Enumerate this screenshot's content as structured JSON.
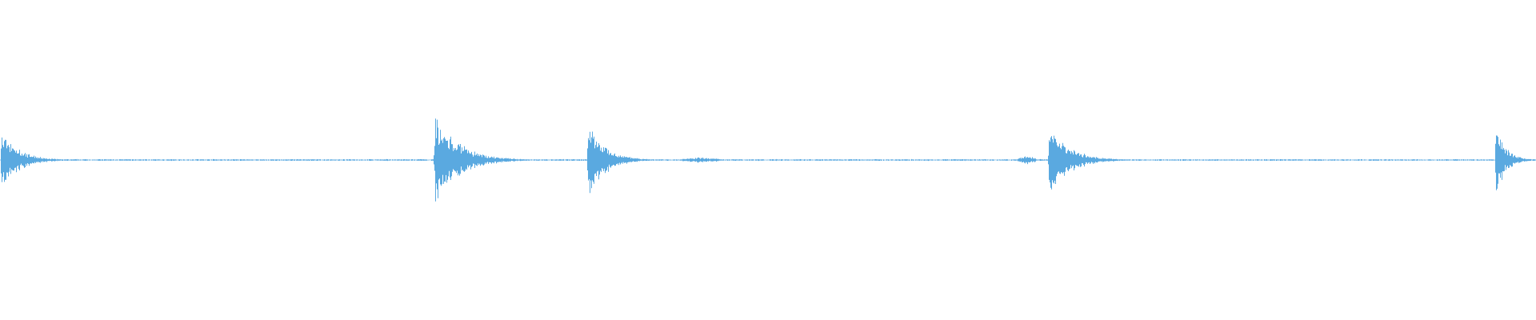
{
  "waveform": {
    "color": "#5aa9e0",
    "background": "#ffffff",
    "events": [
      {
        "start": 0.0,
        "end": 0.045,
        "peak": 0.21,
        "kind": "hit"
      },
      {
        "start": 0.282,
        "end": 0.345,
        "peak": 0.31,
        "kind": "hit"
      },
      {
        "start": 0.382,
        "end": 0.425,
        "peak": 0.29,
        "kind": "hit"
      },
      {
        "start": 0.44,
        "end": 0.472,
        "peak": 0.02,
        "kind": "blip"
      },
      {
        "start": 0.661,
        "end": 0.676,
        "peak": 0.03,
        "kind": "blip"
      },
      {
        "start": 0.682,
        "end": 0.735,
        "peak": 0.25,
        "kind": "hit"
      },
      {
        "start": 0.973,
        "end": 1.0,
        "peak": 0.25,
        "kind": "hit"
      }
    ],
    "noise_floor": 0.004
  }
}
